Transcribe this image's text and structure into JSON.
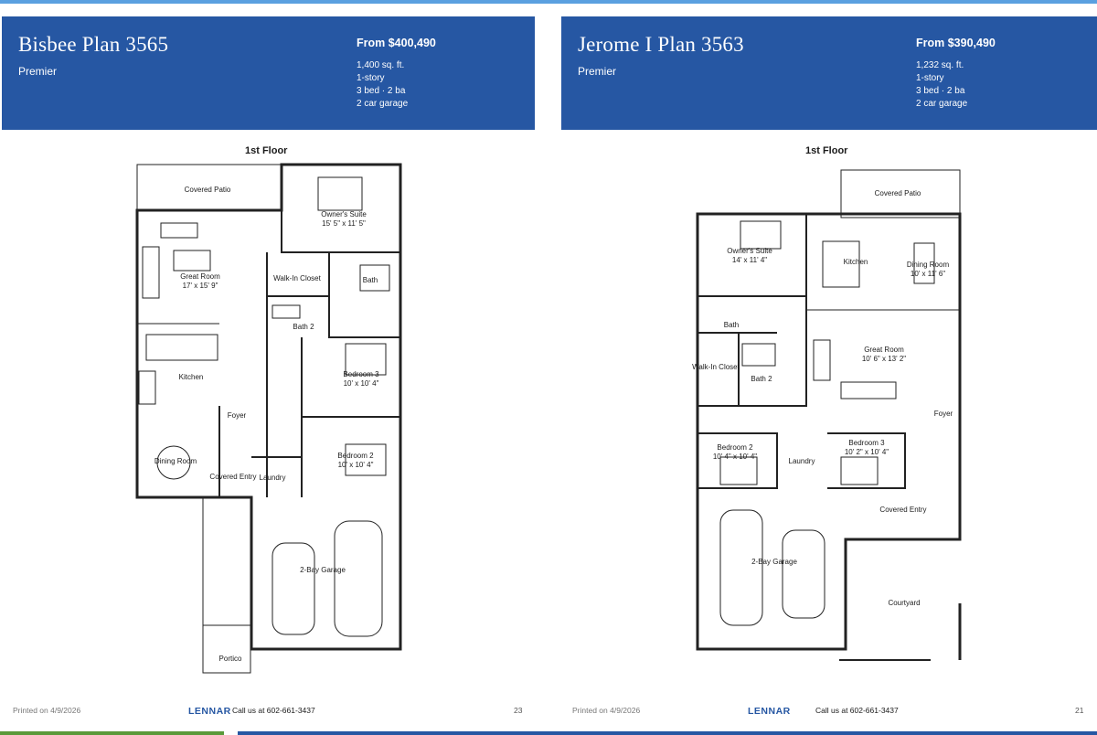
{
  "pages": [
    {
      "title": "Bisbee Plan 3565",
      "tier": "Premier",
      "price": "From $400,490",
      "specs": [
        "1,400 sq. ft.",
        "1-story",
        "3 bed · 2 ba",
        "2 car garage"
      ],
      "floor_label": "1st Floor",
      "rooms": [
        {
          "name": "Covered Patio",
          "dims": ""
        },
        {
          "name": "Owner's Suite",
          "dims": "15' 5\" x 11' 5\""
        },
        {
          "name": "Great Room",
          "dims": "17' x 15' 9\""
        },
        {
          "name": "Walk-In Closet",
          "dims": ""
        },
        {
          "name": "Bath",
          "dims": ""
        },
        {
          "name": "Bath 2",
          "dims": ""
        },
        {
          "name": "Bedroom 3",
          "dims": "10' x 10' 4\""
        },
        {
          "name": "Kitchen",
          "dims": ""
        },
        {
          "name": "Foyer",
          "dims": ""
        },
        {
          "name": "Bedroom 2",
          "dims": "10' x 10' 4\""
        },
        {
          "name": "Dining Room",
          "dims": ""
        },
        {
          "name": "Covered Entry",
          "dims": ""
        },
        {
          "name": "Laundry",
          "dims": ""
        },
        {
          "name": "2-Bay Garage",
          "dims": ""
        },
        {
          "name": "Portico",
          "dims": ""
        }
      ],
      "footer": {
        "printed": "Printed on 4/9/2026",
        "brand": "LENNAR",
        "call": "Call us at 602-661-3437",
        "page_number": "23"
      }
    },
    {
      "title": "Jerome I Plan 3563",
      "tier": "Premier",
      "price": "From $390,490",
      "specs": [
        "1,232 sq. ft.",
        "1-story",
        "3 bed · 2 ba",
        "2 car garage"
      ],
      "floor_label": "1st Floor",
      "rooms": [
        {
          "name": "Covered Patio",
          "dims": ""
        },
        {
          "name": "Owner's Suite",
          "dims": "14' x 11' 4\""
        },
        {
          "name": "Kitchen",
          "dims": ""
        },
        {
          "name": "Dining Room",
          "dims": "10' x 11' 6\""
        },
        {
          "name": "Bath",
          "dims": ""
        },
        {
          "name": "Great Room",
          "dims": "10' 6\" x 13' 2\""
        },
        {
          "name": "Walk-In Closet",
          "dims": ""
        },
        {
          "name": "Bath 2",
          "dims": ""
        },
        {
          "name": "Foyer",
          "dims": ""
        },
        {
          "name": "Bedroom 2",
          "dims": "10' 4\" x 10' 4\""
        },
        {
          "name": "Laundry",
          "dims": ""
        },
        {
          "name": "Bedroom 3",
          "dims": "10' 2\" x 10' 4\""
        },
        {
          "name": "Covered Entry",
          "dims": ""
        },
        {
          "name": "2-Bay Garage",
          "dims": ""
        },
        {
          "name": "Courtyard",
          "dims": ""
        }
      ],
      "footer": {
        "printed": "Printed on 4/9/2026",
        "brand": "LENNAR",
        "call": "Call us at 602-661-3437",
        "page_number": "21"
      }
    }
  ],
  "colors": {
    "header_blue": "#2657a3",
    "accent_green": "#5a9a3a",
    "top_strip": "#5aa0e0"
  }
}
